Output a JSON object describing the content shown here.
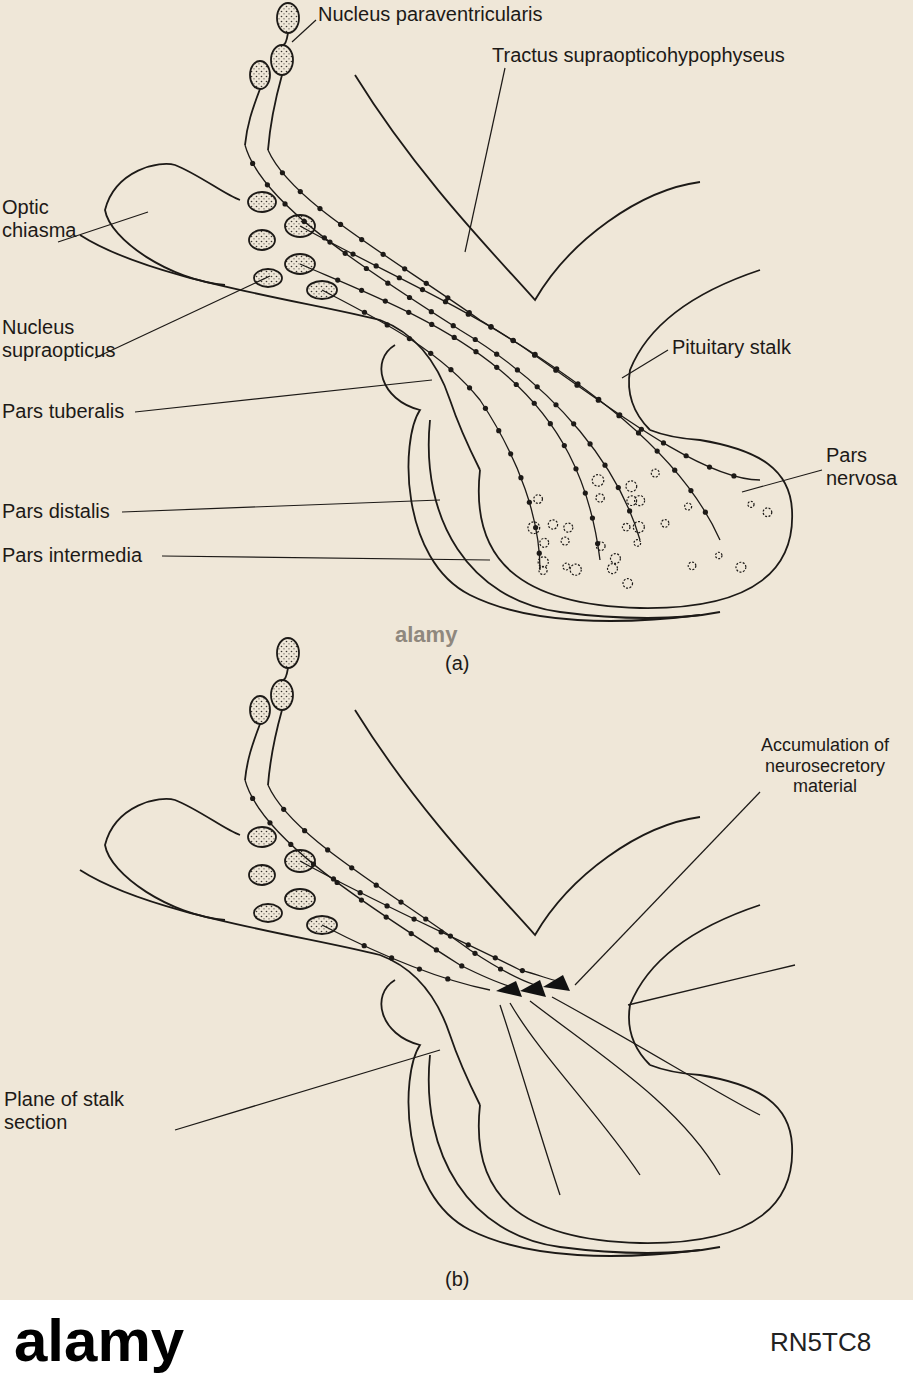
{
  "diagram": {
    "labels": [
      "Nucleus paraventricularis",
      "Optic chiasma",
      "Tractus supraopticohypophyseus",
      "Nucleus supraopticus",
      "Pituitary stalk",
      "Pars tuberalis",
      "Pars nervosa",
      "Pars distalis",
      "Pars intermedia",
      "(a)",
      "Accumulation of neurosecretory material",
      "Plane of stalk section",
      "(b)",
      "alamy",
      "alamy",
      "RN5TC8"
    ]
  }
}
